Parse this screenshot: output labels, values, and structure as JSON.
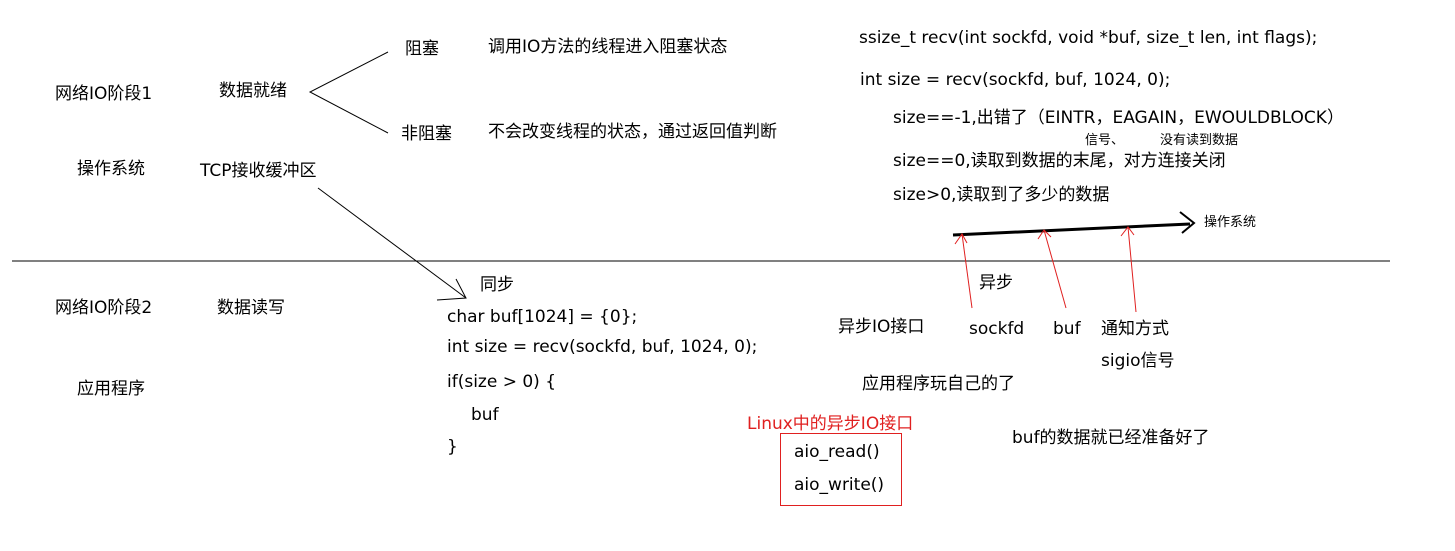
{
  "section1": {
    "title": "网络IO阶段1",
    "subtitle": "操作系统",
    "data_ready": "数据就绪",
    "tcp_buffer": "TCP接收缓冲区",
    "blocking": {
      "label": "阻塞",
      "desc": "调用IO方法的线程进入阻塞状态"
    },
    "nonblocking": {
      "label": "非阻塞",
      "desc": "不会改变线程的状态，通过返回值判断"
    }
  },
  "recv_info": {
    "signature": "ssize_t recv(int sockfd, void *buf, size_t len, int flags);",
    "call": "int size = recv(sockfd, buf, 1024, 0);",
    "case_error": "size==-1,出错了（EINTR，EAGAIN，EWOULDBLOCK）",
    "note_signal": "信号、",
    "note_no_data": "没有读到数据",
    "case_zero": "size==0,读取到数据的末尾，对方连接关闭",
    "case_positive": "size>0,读取到了多少的数据"
  },
  "section2": {
    "title": "网络IO阶段2",
    "subtitle": "应用程序",
    "data_rw": "数据读写",
    "sync_label": "同步",
    "code": [
      "char buf[1024] = {0};",
      "int size = recv(sockfd, buf, 1024, 0);",
      "if(size > 0) {",
      "buf",
      "}"
    ]
  },
  "async": {
    "os_label": "操作系统",
    "async_label": "异步",
    "interface_label": "异步IO接口",
    "params": [
      "sockfd",
      "buf",
      "通知方式"
    ],
    "signal": "sigio信号",
    "app_note": "应用程序玩自己的了",
    "ready_note": "buf的数据就已经准备好了",
    "linux_title": "Linux中的异步IO接口",
    "linux_funcs": [
      "aio_read()",
      "aio_write()"
    ]
  },
  "colors": {
    "ink": "#000000",
    "accent_red": "#e02020",
    "divider": "#000000"
  }
}
